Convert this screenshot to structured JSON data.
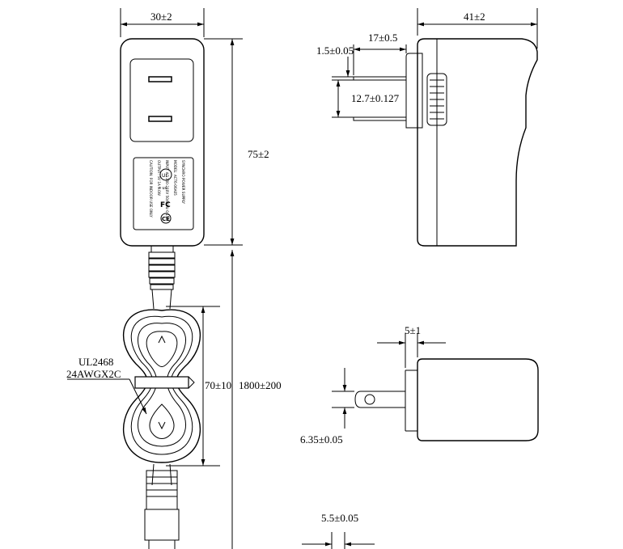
{
  "dimensions": {
    "front_width": "30±2",
    "front_height": "75±2",
    "side_depth": "41±2",
    "pin_length": "17±0.5",
    "pin_thickness": "1.5±0.05",
    "pin_spacing": "12.7±0.127",
    "cord_coil": "70±10",
    "cord_length": "1800±200",
    "bottom_offset": "5±1",
    "pin_hole_pos": "6.35±0.05",
    "pin_width": "5.5±0.05"
  },
  "cable": {
    "label_line1": "UL2468",
    "label_line2": "24AWGX2C"
  },
  "product_label": {
    "lines": [
      "SYNCHRO POWER SUPPLY",
      "MODEL: ACT6-06A05",
      "INPUT: AC 100-240V 50/60Hz 0.15A",
      "OUTPUT: 5V 1A 5.0W",
      "CAUTION: FOR INDOOR USE ONLY"
    ],
    "marks": [
      "UL",
      "c us",
      "FC",
      "CE"
    ]
  }
}
